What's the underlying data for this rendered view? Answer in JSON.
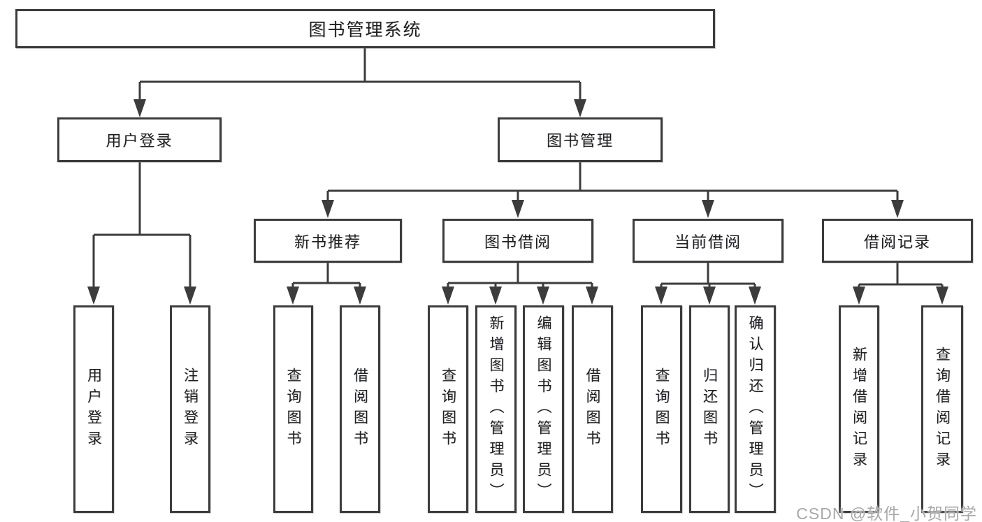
{
  "diagram_title": "图书管理系统",
  "tree": {
    "label": "图书管理系统",
    "children": [
      {
        "label": "用户登录",
        "children": [
          {
            "label": "用户登录"
          },
          {
            "label": "注销登录"
          }
        ]
      },
      {
        "label": "图书管理",
        "children": [
          {
            "label": "新书推荐",
            "children": [
              {
                "label": "查询图书"
              },
              {
                "label": "借阅图书"
              }
            ]
          },
          {
            "label": "图书借阅",
            "children": [
              {
                "label": "查询图书"
              },
              {
                "label": "新增图书（管理员）"
              },
              {
                "label": "编辑图书（管理员）"
              },
              {
                "label": "借阅图书"
              }
            ]
          },
          {
            "label": "当前借阅",
            "children": [
              {
                "label": "查询图书"
              },
              {
                "label": "归还图书"
              },
              {
                "label": "确认归还（管理员）"
              }
            ]
          },
          {
            "label": "借阅记录",
            "children": [
              {
                "label": "新增借阅记录"
              },
              {
                "label": "查询借阅记录"
              }
            ]
          }
        ]
      }
    ]
  },
  "watermark": "CSDN @软件_小贺同学",
  "colors": {
    "line": "#3c3c3c",
    "box_border": "#3c3c3c",
    "box_fill": "#ffffff",
    "text": "#1f1f1f",
    "watermark": "#a8a8a8",
    "background": "#ffffff"
  }
}
